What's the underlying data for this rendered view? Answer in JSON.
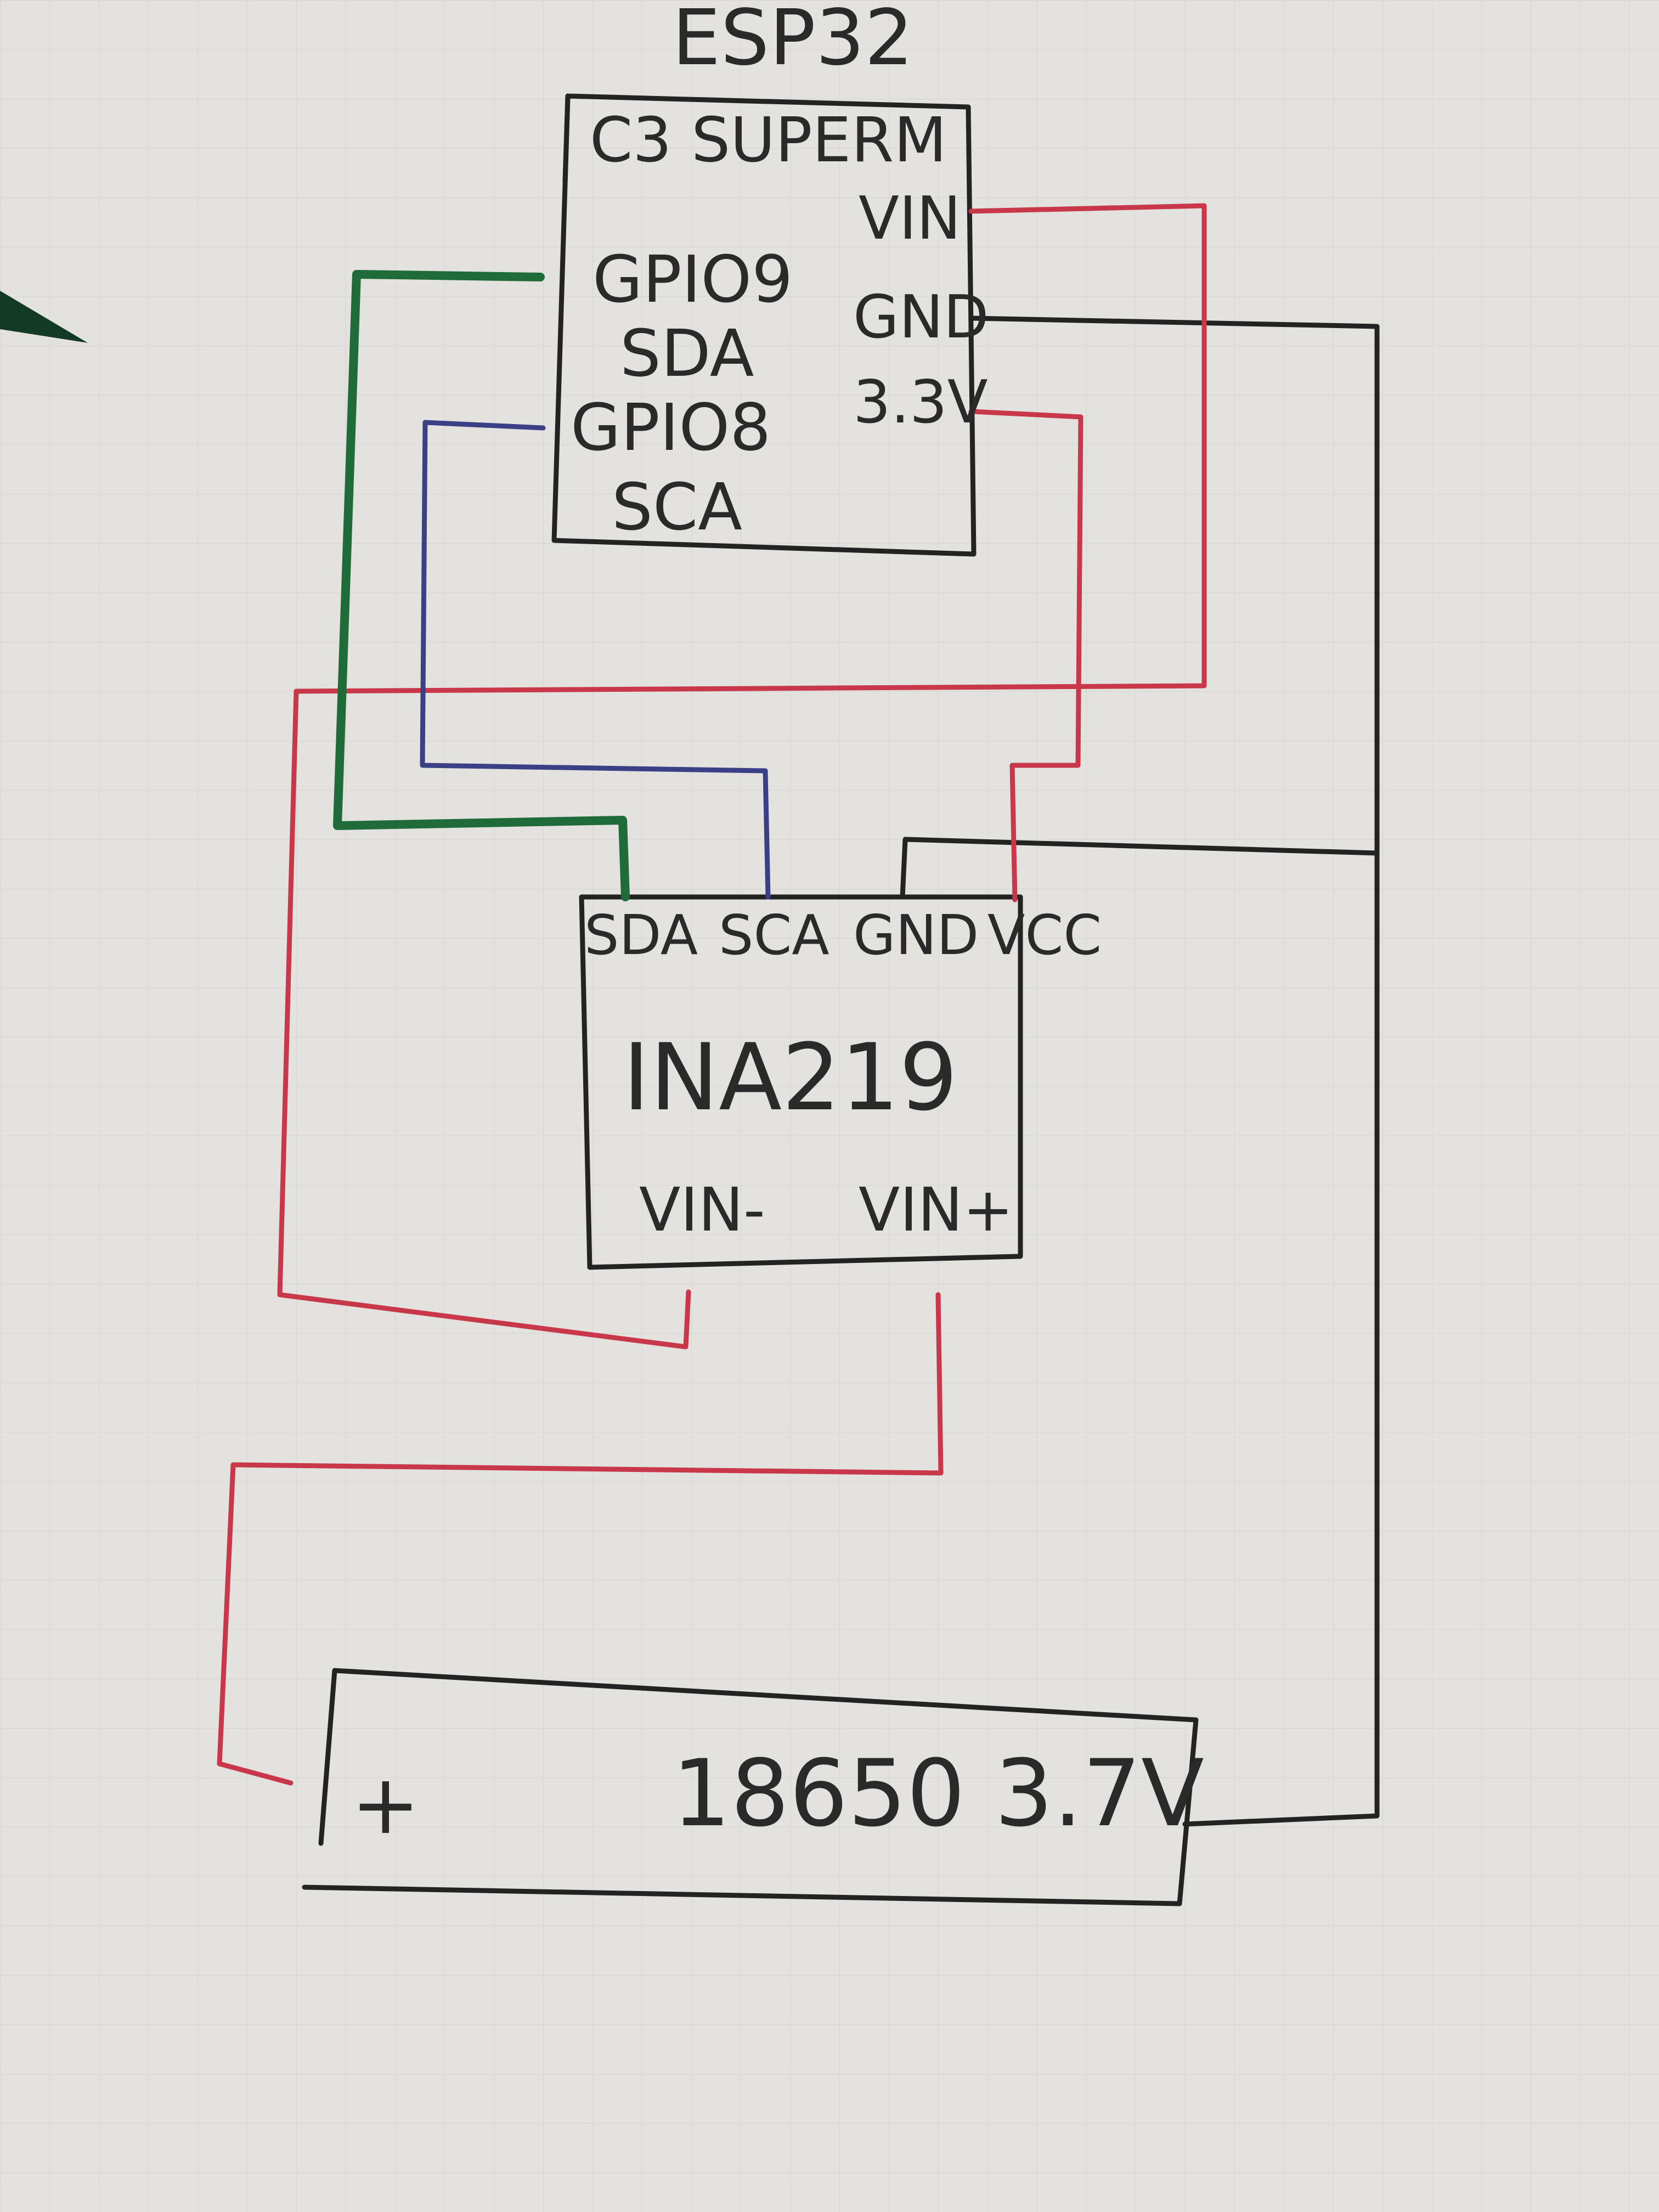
{
  "esp32": {
    "title": "ESP32",
    "subtitle": "C3 SUPERM",
    "pins_left": [
      "GPIO9",
      "SDA",
      "GPIO8",
      "SCA"
    ],
    "pins_right": [
      "VIN",
      "GND",
      "3.3V"
    ]
  },
  "ina219": {
    "name": "INA219",
    "pins_top": [
      "SDA",
      "SCA",
      "GND",
      "VCC"
    ],
    "vin_minus": "VIN-",
    "vin_plus": "VIN+"
  },
  "battery": {
    "plus": "+",
    "label": "18650 3.7V"
  },
  "colors": {
    "paper": "#e3e2de",
    "ink": "#2a2a2a",
    "wire_red": "#c8374a",
    "wire_black": "#232323",
    "wire_green": "#1f6b3a",
    "wire_blue": "#3a3f86"
  }
}
